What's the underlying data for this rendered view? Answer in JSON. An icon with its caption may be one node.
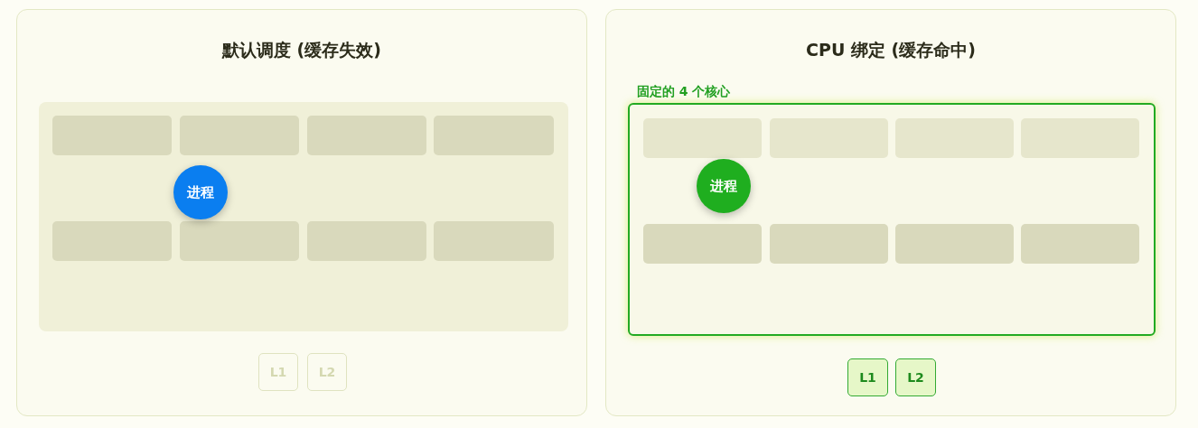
{
  "diagram": {
    "nodes": [
      {
        "text": [
          "默认调度 (缓存失效)"
        ]
      },
      {
        "text": [],
        "shape": "box",
        "in": 0
      },
      {
        "text": [],
        "shape": "box",
        "in": 1
      },
      {
        "text": [],
        "shape": "box",
        "in": 1
      },
      {
        "text": [],
        "shape": "box",
        "in": 1
      },
      {
        "text": [],
        "shape": "box",
        "in": 1
      },
      {
        "text": [],
        "shape": "box",
        "in": 1
      },
      {
        "text": [],
        "shape": "box",
        "in": 1
      },
      {
        "text": [],
        "shape": "box",
        "in": 1
      },
      {
        "text": [],
        "shape": "box",
        "in": 1
      },
      {
        "text": [
          "进程"
        ],
        "in": 1
      },
      {
        "text": [
          "L1"
        ],
        "in": 0
      },
      {
        "text": [
          "L2"
        ],
        "in": 0
      },
      {
        "text": [
          "CPU 绑定 (缓存命中)"
        ]
      },
      {
        "text": [
          "固定的 4 个核心"
        ],
        "in": 13
      },
      {
        "text": [],
        "shape": "box",
        "in": 14
      },
      {
        "text": [],
        "shape": "box",
        "in": 14
      },
      {
        "text": [],
        "shape": "box",
        "in": 14
      },
      {
        "text": [],
        "shape": "box",
        "in": 14
      },
      {
        "text": [],
        "shape": "box",
        "in": 14
      },
      {
        "text": [],
        "shape": "box",
        "in": 14
      },
      {
        "text": [],
        "shape": "box",
        "in": 14
      },
      {
        "text": [],
        "shape": "box",
        "in": 14
      },
      {
        "text": [
          "进程"
        ],
        "in": 14
      },
      {
        "text": [
          "L1"
        ],
        "in": 13
      },
      {
        "text": [
          "L2"
        ],
        "in": 13
      }
    ],
    "edges": []
  }
}
